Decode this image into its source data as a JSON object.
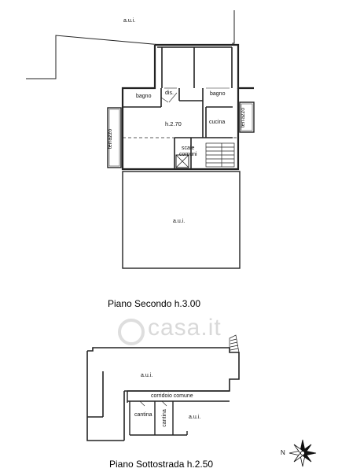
{
  "floor_second": {
    "title": "Piano Secondo h.3.00",
    "labels": {
      "aui_top": "a.u.i.",
      "aui_main": "a.u.i.",
      "bagno_left": "bagno",
      "dis": "dis.",
      "bagno_right": "bagno",
      "height": "h.2.70",
      "cucina": "cucina",
      "terrazzo_left": "terrazzo",
      "terrazzo_right": "terrazzo",
      "scale_line1": "scale",
      "scale_line2": "comuni"
    }
  },
  "floor_basement": {
    "title": "Piano Sottostrada h.2.50",
    "labels": {
      "aui_upper": "a.u.i.",
      "corridoio": "corridoio comune",
      "cantina_1": "cantina",
      "cantina_2": "cantina",
      "aui_right": "a.u.i."
    }
  },
  "watermark": "casa.it",
  "compass": {
    "north": "N"
  }
}
